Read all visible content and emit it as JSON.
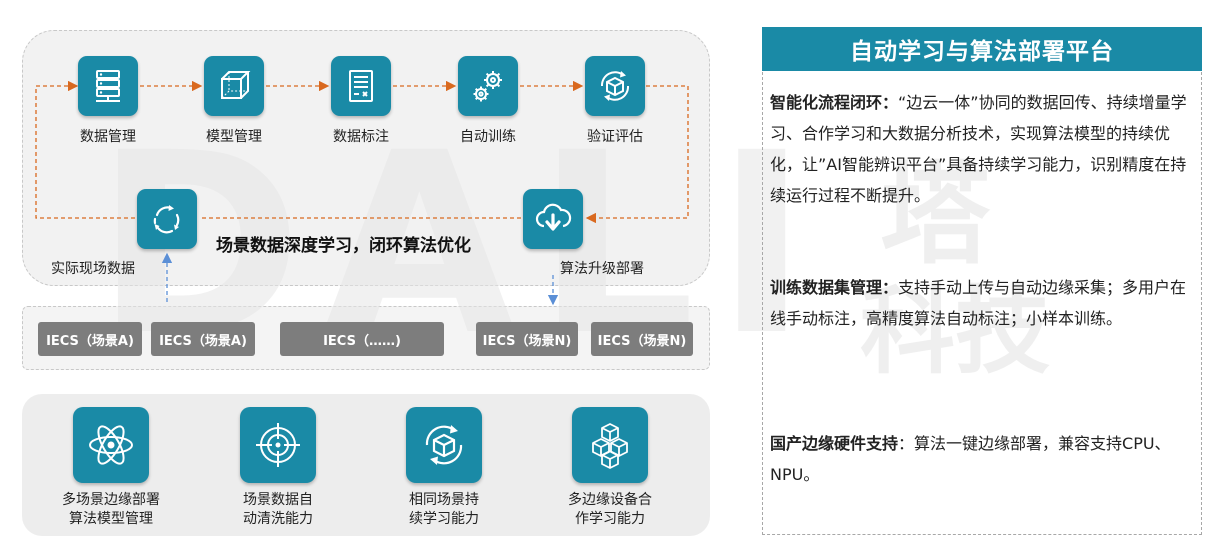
{
  "watermark": {
    "latin": "DALI",
    "cn_top": "塔",
    "cn_bottom": "科技"
  },
  "loop": {
    "steps": [
      {
        "label": "数据管理",
        "icon": "server-icon"
      },
      {
        "label": "模型管理",
        "icon": "cube-icon"
      },
      {
        "label": "数据标注",
        "icon": "document-icon"
      },
      {
        "label": "自动训练",
        "icon": "gears-icon"
      },
      {
        "label": "验证评估",
        "icon": "package-cycle-icon"
      }
    ],
    "source": {
      "label": "实际现场数据",
      "icon": "cycle-arrows-icon"
    },
    "deploy": {
      "label": "算法升级部署",
      "icon": "cloud-download-icon"
    },
    "slogan": "场景数据深度学习，闭环算法优化"
  },
  "iecs": [
    "IECS（场景A)",
    "IECS（场景A)",
    "IECS（……)",
    "IECS（场景N)",
    "IECS（场景N)"
  ],
  "capabilities": [
    {
      "line1": "多场景边缘部署",
      "line2": "算法模型管理",
      "icon": "atom-icon"
    },
    {
      "line1": "场景数据自",
      "line2": "动清洗能力",
      "icon": "target-icon"
    },
    {
      "line1": "相同场景持",
      "line2": "续学习能力",
      "icon": "package-cycle-icon"
    },
    {
      "line1": "多边缘设备合",
      "line2": "作学习能力",
      "icon": "blocks-icon"
    }
  ],
  "panel": {
    "title": "自动学习与算法部署平台",
    "p1_head": "智能化流程闭环：",
    "p1_body": "“边云一体”协同的数据回传、持续增量学习、合作学习和大数据分析技术，实现算法模型的持续优化，让”AI智能辨识平台”具备持续学习能力，识别精度在持续运行过程不断提升。",
    "p2_head": "训练数据集管理：",
    "p2_body": "支持手动上传与自动边缘采集；多用户在线手动标注，高精度算法自动标注；小样本训练。",
    "p3_head": "国产边缘硬件支持",
    "p3_body": "：算法一键边缘部署，兼容支持CPU、NPU。"
  },
  "colors": {
    "accent": "#1a8aa6",
    "arrow": "#d9691f",
    "link": "#5b8fd6",
    "iecs": "#7d7d7d"
  }
}
